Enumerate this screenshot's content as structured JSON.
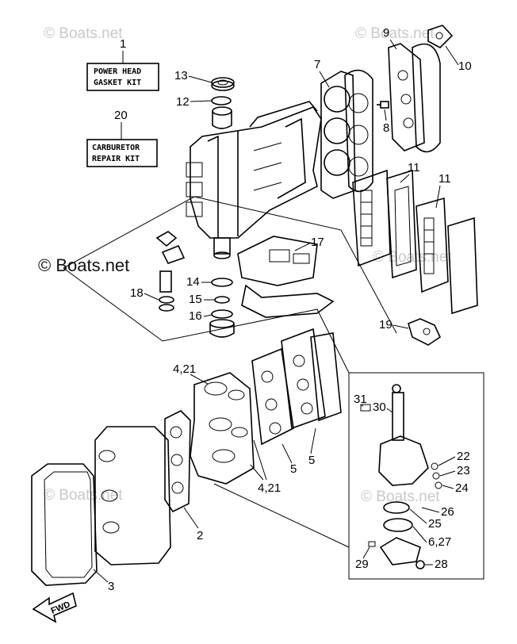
{
  "watermarks": {
    "top_left": "© Boats.net",
    "top_right": "© Boats.net",
    "middle_left": "© Boats.net",
    "middle_right": "© Boats.net",
    "lower_left": "© Boats.net",
    "lower_right": "© Boats.net"
  },
  "boxes": {
    "power_head_number": "1",
    "power_head_line1": "POWER HEAD",
    "power_head_line2": "GASKET KIT",
    "carburetor_number": "20",
    "carburetor_line1": "CARBURETOR",
    "carburetor_line2": "REPAIR KIT"
  },
  "direction_badge": "FWD",
  "callouts": {
    "c2": "2",
    "c3": "3",
    "c4_21_top": "4,21",
    "c4_21_bottom": "4,21",
    "c5_a": "5",
    "c5_b": "5",
    "c6_27": "6,27",
    "c7": "7",
    "c8": "8",
    "c9": "9",
    "c10": "10",
    "c11_a": "11",
    "c11_b": "11",
    "c12": "12",
    "c13": "13",
    "c14": "14",
    "c15": "15",
    "c16": "16",
    "c17": "17",
    "c18": "18",
    "c19": "19",
    "c22": "22",
    "c23": "23",
    "c24": "24",
    "c25": "25",
    "c26": "26",
    "c28": "28",
    "c29": "29",
    "c30": "30",
    "c31": "31"
  }
}
